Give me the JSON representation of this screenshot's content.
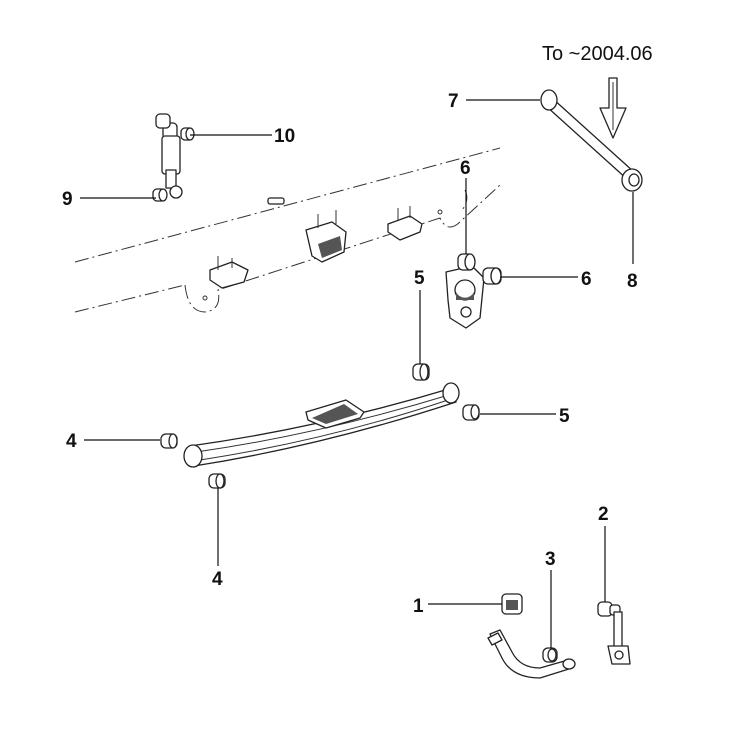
{
  "note": "To ~2004.06",
  "callouts": {
    "c1": "1",
    "c2": "2",
    "c3": "3",
    "c4a": "4",
    "c4b": "4",
    "c5a": "5",
    "c5b": "5",
    "c6a": "6",
    "c6b": "6",
    "c7": "7",
    "c8": "8",
    "c9": "9",
    "c10": "10"
  }
}
